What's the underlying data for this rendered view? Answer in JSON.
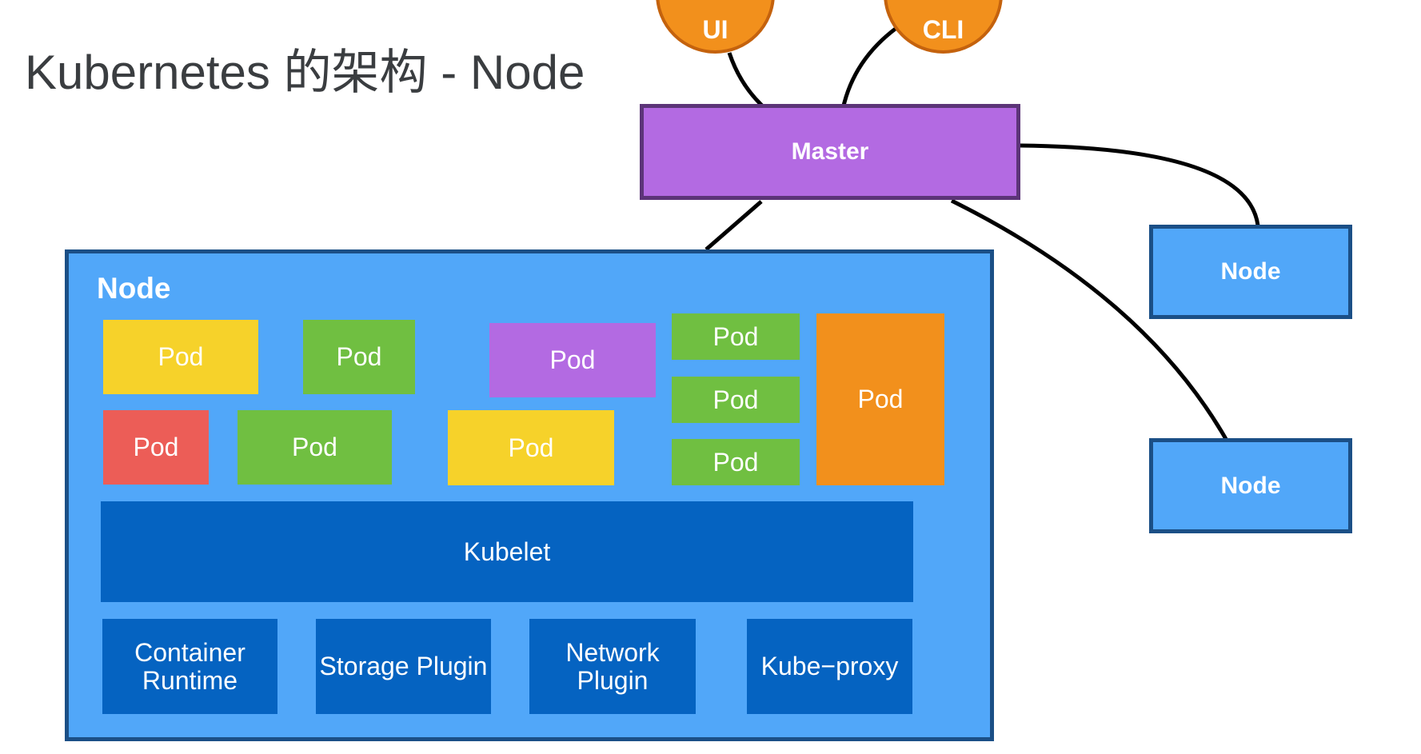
{
  "title": "Kubernetes 的架构 - Node",
  "colors": {
    "node_blue": "#51a7f9",
    "node_border": "#1b4f86",
    "component_blue": "#0563c1",
    "master_purple": "#b36ae2",
    "master_border": "#5c3478",
    "client_orange": "#f2901c",
    "pod_yellow": "#f6d22a",
    "pod_green": "#70bf41",
    "pod_purple": "#b36ae2",
    "pod_red": "#ec5d57",
    "pod_orange": "#f2901c"
  },
  "clients": [
    {
      "label": "UI"
    },
    {
      "label": "CLI"
    }
  ],
  "master": {
    "label": "Master"
  },
  "remote_nodes": [
    {
      "label": "Node"
    },
    {
      "label": "Node"
    }
  ],
  "node": {
    "label": "Node",
    "pods": [
      {
        "label": "Pod",
        "color": "yellow"
      },
      {
        "label": "Pod",
        "color": "green"
      },
      {
        "label": "Pod",
        "color": "purple"
      },
      {
        "label": "Pod",
        "color": "green"
      },
      {
        "label": "Pod",
        "color": "green"
      },
      {
        "label": "Pod",
        "color": "green"
      },
      {
        "label": "Pod",
        "color": "orange"
      },
      {
        "label": "Pod",
        "color": "red"
      },
      {
        "label": "Pod",
        "color": "green"
      },
      {
        "label": "Pod",
        "color": "yellow"
      }
    ],
    "kubelet": "Kubelet",
    "components": [
      {
        "line1": "Container",
        "line2": "Runtime"
      },
      {
        "line1": "Storage Plugin",
        "line2": ""
      },
      {
        "line1": "Network",
        "line2": "Plugin"
      },
      {
        "line1": "Kube−proxy",
        "line2": ""
      }
    ]
  }
}
